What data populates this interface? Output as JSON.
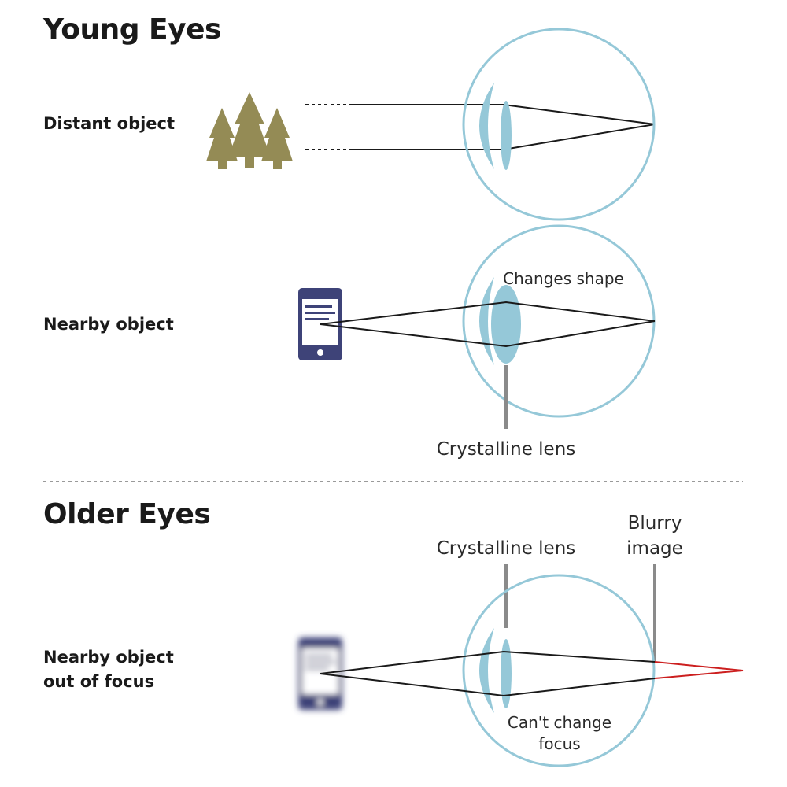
{
  "young_section": {
    "title": "Young Eyes",
    "distant_label": "Distant object",
    "nearby_label": "Nearby object",
    "changes_shape": "Changes shape",
    "crystalline_lens": "Crystalline lens"
  },
  "older_section": {
    "title": "Older Eyes",
    "nearby_label_line1": "Nearby object",
    "nearby_label_line2": "out of focus",
    "crystalline_lens": "Crystalline lens",
    "blurry_line1": "Blurry",
    "blurry_line2": "image",
    "cant_change_line1": "Can't change",
    "cant_change_line2": "focus"
  },
  "colors": {
    "eye": "#95c8d8",
    "ray": "#1a1a1a",
    "focus_miss": "#cc1f1f",
    "tree": "#948b55",
    "phone": "#3e4378",
    "pointer": "#8a8a8a",
    "divider": "#9a9a9a"
  }
}
